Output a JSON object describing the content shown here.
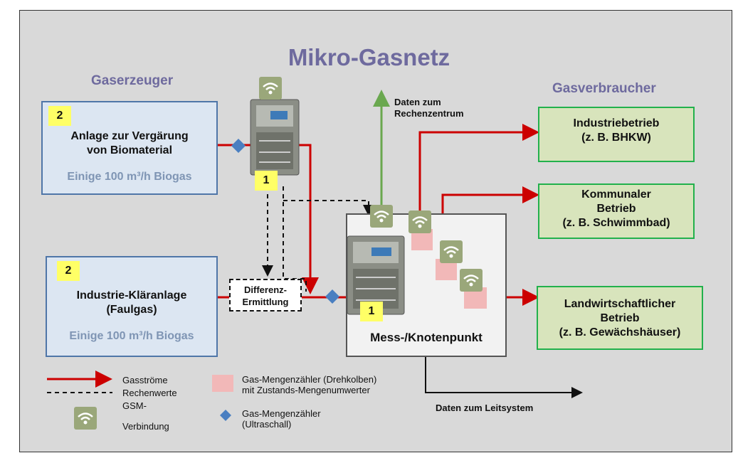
{
  "title": "Mikro-Gasnetz",
  "sections": {
    "producers": "Gaserzeuger",
    "consumers": "Gasverbraucher"
  },
  "producers": [
    {
      "badge": "2",
      "line1": "Anlage zur Vergärung",
      "line2": "von Biomaterial",
      "capacity": "Einige 100 m³/h Biogas"
    },
    {
      "badge": "2",
      "line1": "Industrie-Kläranlage",
      "line2": "(Faulgas)",
      "capacity": "Einige 100 m³/h Biogas"
    }
  ],
  "consumers": [
    {
      "line1": "Industriebetrieb",
      "line2": "(z. B. BHKW)",
      "line3": ""
    },
    {
      "line1": "Kommunaler",
      "line2": "Betrieb",
      "line3": "(z. B. Schwimmbad)"
    },
    {
      "line1": "Landwirtschaftlicher",
      "line2": "Betrieb",
      "line3": "(z. B. Gewächshäuser)"
    }
  ],
  "hub": {
    "label": "Mess-/Knotenpunkt",
    "badge": "1"
  },
  "meter_badge": "1",
  "difference": {
    "line1": "Differenz-",
    "line2": "Ermittlung"
  },
  "data_labels": {
    "computing_center_1": "Daten zum",
    "computing_center_2": "Rechenzentrum",
    "control_system": "Daten zum Leitsystem"
  },
  "legend": {
    "gas_flows": "Gasströme",
    "computed": "Rechenwerte",
    "gsm_1": "GSM-",
    "gsm_2": "Verbindung",
    "rotary_1": "Gas-Mengenzähler (Drehkolben)",
    "rotary_2": "mit Zustands-Mengenumwerter",
    "ultrasonic_1": "Gas-Mengenzähler",
    "ultrasonic_2": "(Ultraschall)"
  },
  "colors": {
    "background": "#d9d9d9",
    "gas_flow": "#cc0000",
    "data_up": "#6aa84f",
    "producer_fill": "#dce6f2",
    "producer_border": "#4f76a8",
    "consumer_fill": "#d8e4bc",
    "consumer_border": "#22b14c",
    "title": "#6e6a9e",
    "ultrasonic_meter": "#4a7fc1",
    "rotary_meter": "#f2b8b8",
    "gsm_icon": "#9aa77a"
  },
  "icons": [
    "wifi-icon",
    "gas-meter-cabinet-icon",
    "diamond-icon",
    "arrow-icon"
  ]
}
